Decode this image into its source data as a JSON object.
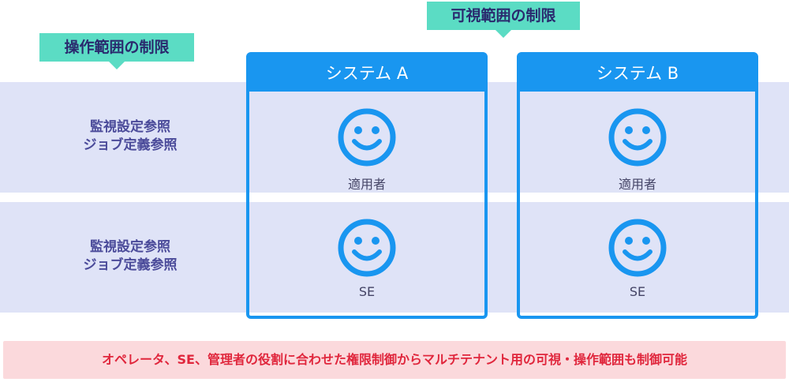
{
  "tags": {
    "operation": "操作範囲の制限",
    "visibility": "可視範囲の制限"
  },
  "rows": [
    {
      "lines": [
        "監視設定参照",
        "ジョブ定義参照"
      ]
    },
    {
      "lines": [
        "監視設定参照",
        "ジョブ定義参照"
      ]
    }
  ],
  "systems": [
    {
      "title": "システム A",
      "top_person": "適用者",
      "bottom_person": "SE"
    },
    {
      "title": "システム B",
      "top_person": "適用者",
      "bottom_person": "SE"
    }
  ],
  "footer": "オペレータ、SE、管理者の役割に合わせた権限制御からマルチテナント用の可視・操作範囲も制御可能",
  "colors": {
    "band": "#dfe3f7",
    "system_blue": "#1996f0",
    "tag_teal": "#5bdcc4",
    "footer_bg": "#fbd9dc",
    "footer_text": "#e0263c"
  },
  "icons": {
    "person": "smiley-face-icon"
  }
}
